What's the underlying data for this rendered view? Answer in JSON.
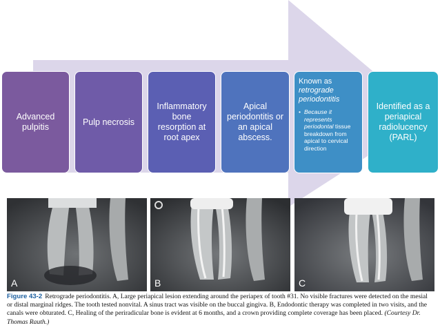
{
  "flow": {
    "steps": [
      {
        "label": "Advanced pulpitis",
        "color": "#7b5a9e"
      },
      {
        "label": "Pulp necrosis",
        "color": "#6f5ba8"
      },
      {
        "label": "Inflammatory bone resorption at root apex",
        "color": "#5b5fb3"
      },
      {
        "label": "Apical periodontitis or an apical abscess.",
        "color": "#4f73bd"
      },
      {
        "label": "Known as",
        "sub": "retrograde periodontitis",
        "bullet": {
          "symbol": "•",
          "text_italic": "Because it represents periodontal",
          "text": "tissue breakdown from apical to cervical direction"
        },
        "color": "#3e8fc6"
      },
      {
        "label": "Identified as a periapical radiolucency (PARL)",
        "color": "#2fb0c9"
      }
    ],
    "arrow_color": "#dcd6ea"
  },
  "figure": {
    "panels": [
      {
        "letter": "A"
      },
      {
        "letter": "B"
      },
      {
        "letter": "C"
      }
    ],
    "caption": {
      "number": "Figure 43-2",
      "text": "Retrograde periodontitis. A, Large periapical lesion extending around the periapex of tooth #31. No visible fractures were detected on the mesial or distal marginal ridges. The tooth tested nonvital. A sinus tract was visible on the buccal gingiva. B, Endodontic therapy was completed in two visits, and the canals were obturated. C, Healing of the periradicular bone is evident at 6 months, and a crown providing complete coverage has been placed.",
      "credit": "(Courtesy Dr. Thomas Rauth.)"
    }
  }
}
